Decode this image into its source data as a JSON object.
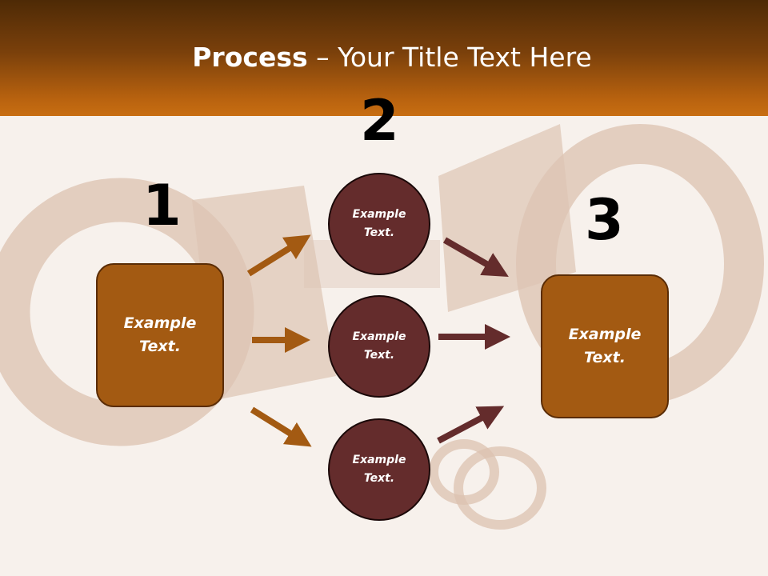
{
  "title": {
    "bold": "Process",
    "rest": " – Your Title Text Here"
  },
  "steps": {
    "one": "1",
    "two": "2",
    "three": "3"
  },
  "boxes": {
    "left": "Example\nText.",
    "right": "Example\nText."
  },
  "circles": {
    "top": "Example\nText.",
    "middle": "Example\nText.",
    "bottom": "Example\nText."
  },
  "colors": {
    "box_fill": "#a35a12",
    "circle_fill": "#642c2c",
    "arrow_orange": "#a35a12",
    "arrow_maroon": "#642c2c",
    "header": "#b8620f"
  }
}
